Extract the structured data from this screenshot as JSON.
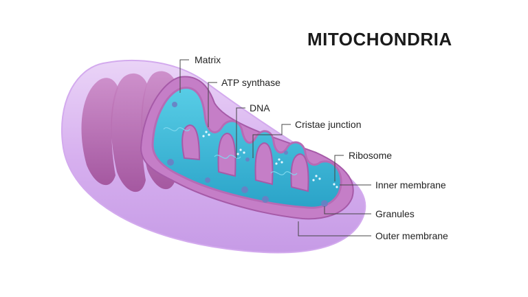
{
  "diagram": {
    "title": "MITOCHONDRIA",
    "labels": {
      "matrix": "Matrix",
      "atp_synthase": "ATP synthase",
      "dna": "DNA",
      "cristae_junction": "Cristae junction",
      "ribosome": "Ribosome",
      "inner_membrane": "Inner membrane",
      "granules": "Granules",
      "outer_membrane": "Outer membrane"
    },
    "colors": {
      "outer_membrane": "#d9b3f0",
      "membrane_wall": "#c47bc6",
      "cristae_fold": "#b75fa9",
      "matrix": "#3fb8d6",
      "granule": "#6b7fc4"
    }
  }
}
